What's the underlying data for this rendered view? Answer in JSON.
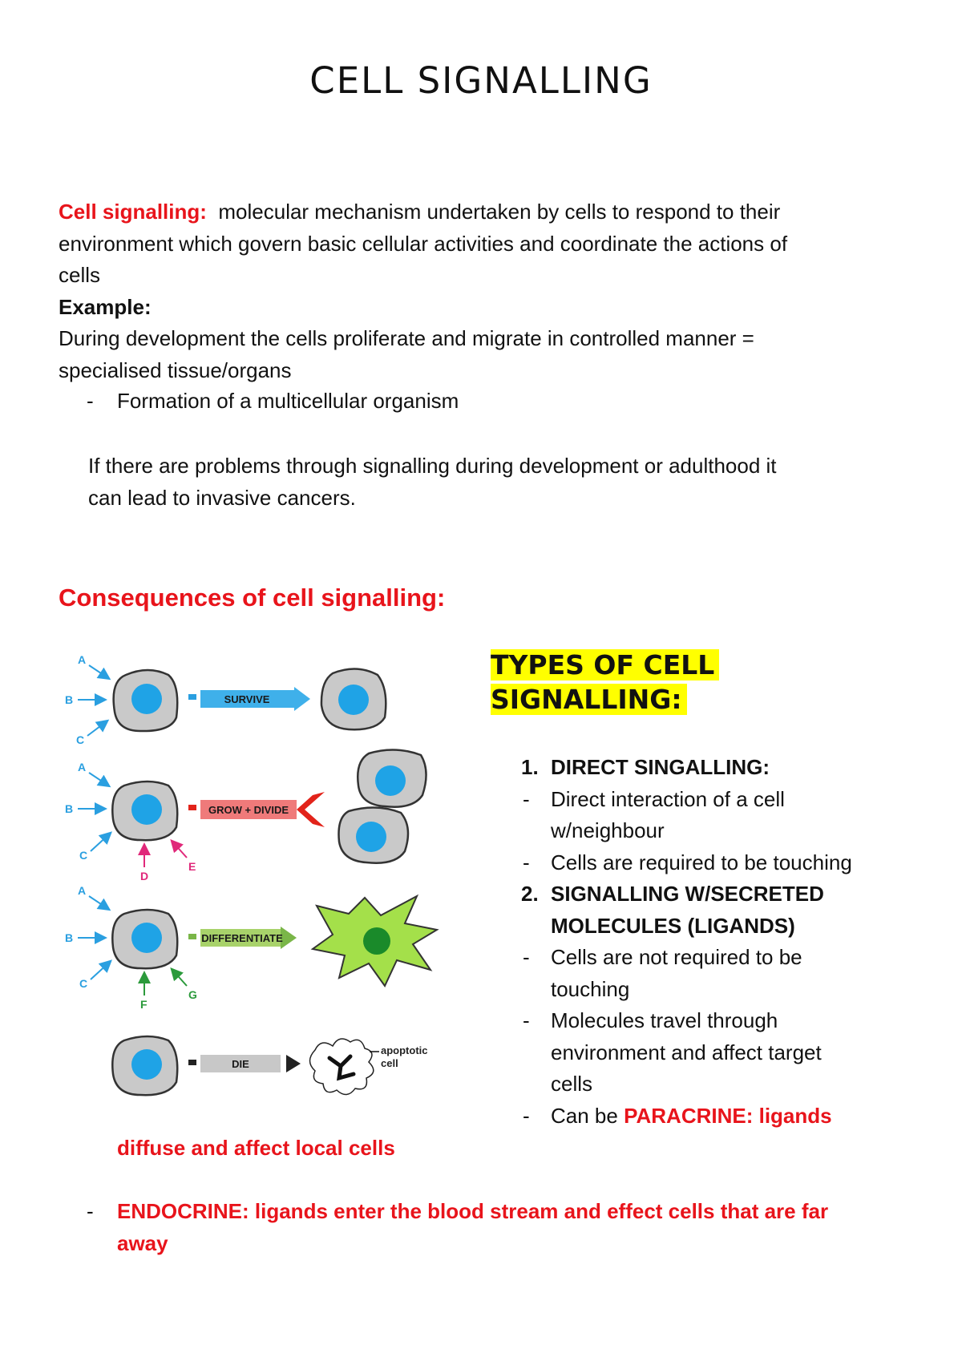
{
  "title": "CELL SIGNALLING",
  "definition": {
    "term": "Cell signalling:",
    "text_lines": [
      "molecular mechanism undertaken by cells to respond to their",
      "environment which govern basic cellular activities and coordinate the actions of",
      "cells"
    ]
  },
  "example": {
    "label": "Example:",
    "lines": [
      "During development the cells proliferate and migrate in controlled manner =",
      "specialised tissue/organs"
    ],
    "bullet": "Formation of a multicellular organism",
    "note_lines": [
      "If there are problems through signalling during development or adulthood it",
      "can lead to invasive cancers."
    ]
  },
  "consequences_heading": "Consequences of cell signalling:",
  "diagram": {
    "arrow_labels": [
      "SURVIVE",
      "GROW + DIVIDE",
      "DIFFERENTIATE",
      "DIE"
    ],
    "signal_letters": [
      "A",
      "B",
      "C",
      "D",
      "E",
      "F",
      "G"
    ],
    "apoptotic_label_1": "apoptotic",
    "apoptotic_label_2": "cell",
    "colors": {
      "cell_body": "#c9c9c9",
      "nucleus": "#1fa3e6",
      "survive": "#3fb0ea",
      "grow": "#ef7a7a",
      "grow_arrow": "#e2231a",
      "differentiate": "#a8d26a",
      "differentiated_cell": "#a4e04a",
      "differentiated_nucleus": "#1a8a2a",
      "die": "#c8c8c8",
      "signal_blue": "#2a9fe0",
      "signal_pink": "#e0287a",
      "signal_green": "#2b9a3b"
    }
  },
  "types": {
    "title_line1": "TYPES OF CELL",
    "title_line2": "SIGNALLING:",
    "item1_num": "1.",
    "item1_title": "DIRECT SINGALLING:",
    "item1_b1_l1": "Direct interaction of a cell",
    "item1_b1_l2": "w/neighbour",
    "item1_b2": "Cells are required to be touching",
    "item2_num": "2.",
    "item2_title_l1": "SIGNALLING W/SECRETED",
    "item2_title_l2": "MOLECULES (LIGANDS)",
    "item2_b1_l1": "Cells are not required to be",
    "item2_b1_l2": "touching",
    "item2_b2_l1": "Molecules travel through",
    "item2_b2_l2": "environment and affect target",
    "item2_b2_l3": "cells",
    "item2_b3_prefix": "Can be ",
    "item2_b3_red": "PARACRINE: ligands"
  },
  "paracrine_continuation": "diffuse and affect local cells",
  "endocrine": {
    "line1": "ENDOCRINE: ligands enter the blood stream and effect cells that are far",
    "line2": "away"
  },
  "dash_symbol": "-"
}
